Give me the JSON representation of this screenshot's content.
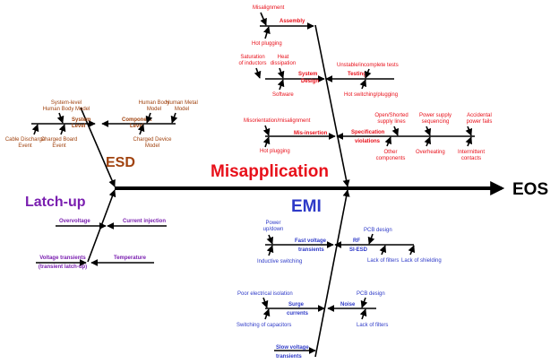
{
  "effect": "EOS",
  "categories": {
    "esd": {
      "title": "ESD",
      "system_level": [
        "System",
        "Level"
      ],
      "system_level_human_body": [
        "System-level",
        "Human Body Model"
      ],
      "cable_discharge": [
        "Cable Discharge",
        "Event"
      ],
      "charged_board": [
        "Charged Board",
        "Event"
      ],
      "component_level": [
        "Component",
        "Level"
      ],
      "human_body_model": [
        "Human Body",
        "Model"
      ],
      "human_metal_model": [
        "Human Metal",
        "Model"
      ],
      "charged_device_model": [
        "Charged Device",
        "Model"
      ]
    },
    "latch_up": {
      "title": "Latch-up",
      "overvoltage": "Overvoltage",
      "current_injection": "Current injection",
      "voltage_transients": [
        "Voltage transients",
        "(transient latch-up)"
      ],
      "temperature": "Temperature"
    },
    "misapplication": {
      "title": "Misapplication",
      "assembly": "Assembly",
      "misalignment": "Misalignment",
      "hot_plugging": "Hot plugging",
      "system_design": [
        "System",
        "Design"
      ],
      "saturation_of_inductors": [
        "Saturation",
        "of inductors"
      ],
      "heat_dissipation": [
        "Heat",
        "dissipation"
      ],
      "software": "Software",
      "testing": "Testing",
      "unstable_tests": "Unstable/incomplete tests",
      "hot_switching": "Hot switching/plugging",
      "mis_insertion": "Mis-insertion",
      "misorientation": "Misorientation/misalignment",
      "hot_plugging_2": "Hot plugging",
      "specification_violations": [
        "Specification",
        "violations"
      ],
      "open_shorted": [
        "Open/Shorted",
        "supply lines"
      ],
      "power_supply_sequencing": [
        "Power supply",
        "sequencing"
      ],
      "accidental_power_fails": [
        "Accidental",
        "power fails"
      ],
      "other_components": [
        "Other",
        "components"
      ],
      "overheating": "Overheating",
      "intermittent_contacts": [
        "Intermittent",
        "contacts"
      ]
    },
    "emi": {
      "title": "EMI",
      "fast_voltage_transients": [
        "Fast voltage",
        "transients"
      ],
      "power_up_down": [
        "Power",
        "up/down"
      ],
      "inductive_switching": "Inductive switching",
      "rf_si_esd": [
        "RF",
        "SI-ESD"
      ],
      "pcb_design": "PCB design",
      "lack_of_filters": "Lack of filters",
      "lack_of_shielding": "Lack of shielding",
      "surge_currents": [
        "Surge",
        "currents"
      ],
      "poor_isolation": "Poor electrical isolation",
      "switching_capacitors": "Switching of capacitors",
      "noise": "Noise",
      "pcb_design_2": "PCB design",
      "lack_of_filters_2": "Lack of filters",
      "slow_voltage_transients": [
        "Slow voltage",
        "transients"
      ]
    }
  },
  "colors": {
    "misapplication": "#e8101a",
    "esd": "#a0420e",
    "latch_up": "#7a1fb0",
    "emi": "#2e3ac8",
    "lines": "#000000"
  }
}
